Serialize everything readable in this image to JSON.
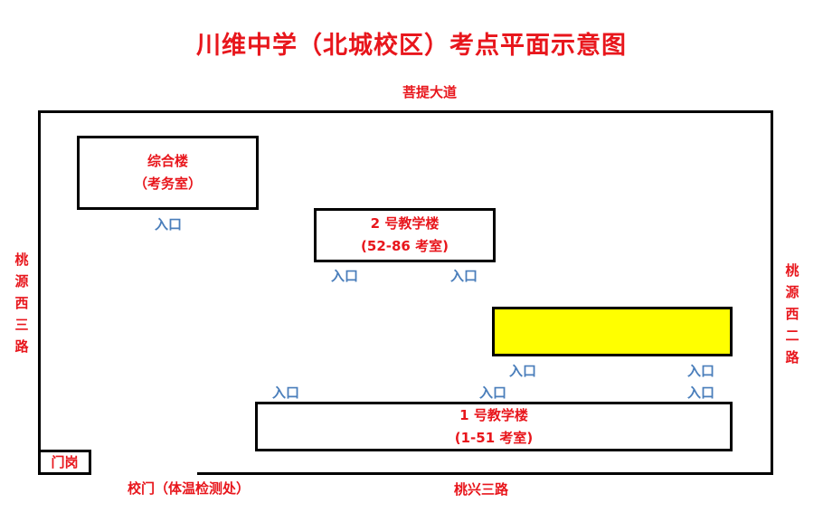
{
  "title": "川维中学（北城校区）考点平面示意图",
  "colors": {
    "label": "#e8161c",
    "entry": "#4a7ebb",
    "highlight": "#ffff00",
    "outline": "#000000"
  },
  "roads": {
    "north": "菩提大道",
    "south": "桃兴三路",
    "west": "桃\n源\n西\n三\n路",
    "east": "桃\n源\n西\n二\n路"
  },
  "buildings": {
    "complex": {
      "name": "综合楼",
      "sub": "（考务室）"
    },
    "building2": {
      "name": "2 号教学楼",
      "sub": "(52-86 考室)"
    },
    "building1": {
      "name": "1 号教学楼",
      "sub": "(1-51 考室)"
    },
    "guard": {
      "name": "门岗"
    }
  },
  "gate": "校门（体温检测处）",
  "entry_label": "入口"
}
